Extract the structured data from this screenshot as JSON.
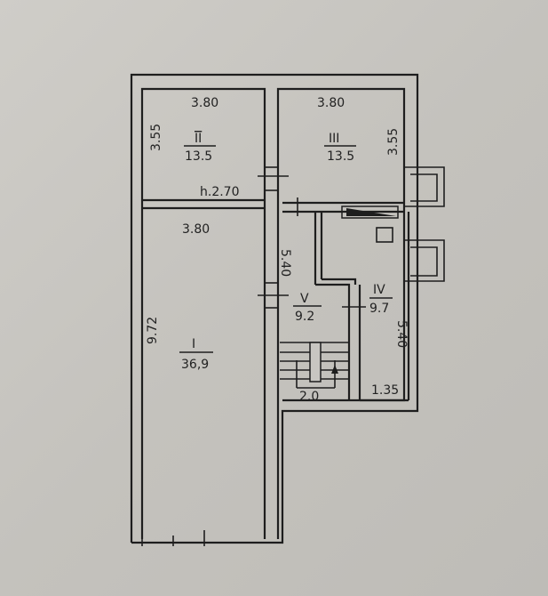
{
  "plan": {
    "rooms": [
      {
        "numeral": "I",
        "area": "36,9"
      },
      {
        "numeral": "II",
        "area": "13.5"
      },
      {
        "numeral": "III",
        "area": "13.5"
      },
      {
        "numeral": "IV",
        "area": "9.7"
      },
      {
        "numeral": "V",
        "area": "9.2"
      }
    ],
    "dimensions": {
      "room2_width": "3.80",
      "room2_height": "3.55",
      "room3_width": "3.80",
      "room3_height": "3.55",
      "ceiling_height": "h.2.70",
      "room1_width": "3.80",
      "room1_length": "9.72",
      "corridor_length": "5.40",
      "room4_length": "5.40",
      "room4_width": "1.35",
      "stair_width": "2.0"
    }
  }
}
